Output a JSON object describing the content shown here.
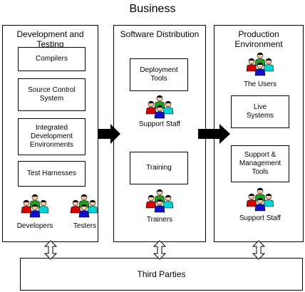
{
  "title": "Business",
  "panels": {
    "dev": {
      "title": "Development and Testing",
      "boxes": [
        "Compilers",
        "Source Control\nSystem",
        "Integrated\nDevelopment\nEnvironments",
        "Test Harnesses"
      ],
      "groups": [
        "Developers",
        "Testers"
      ]
    },
    "dist": {
      "title": "Software Distribution",
      "boxes": [
        "Deployment\nTools",
        "Training"
      ],
      "groups": [
        "Support Staff",
        "Trainers"
      ]
    },
    "prod": {
      "title": "Production Environment",
      "boxes": [
        "Live\nSystems",
        "Support &\nManagement\nTools"
      ],
      "groups": [
        "The Users",
        "Support Staff"
      ]
    }
  },
  "third_parties": "Third Parties",
  "colors": {
    "person_red": "#d40000",
    "person_green": "#1aa01a",
    "person_blue": "#1010c8",
    "person_cyan": "#00d4d4",
    "arrow": "#000000"
  },
  "icons": [
    "people-group-icon",
    "right-arrow-icon",
    "up-down-arrow-icon"
  ]
}
